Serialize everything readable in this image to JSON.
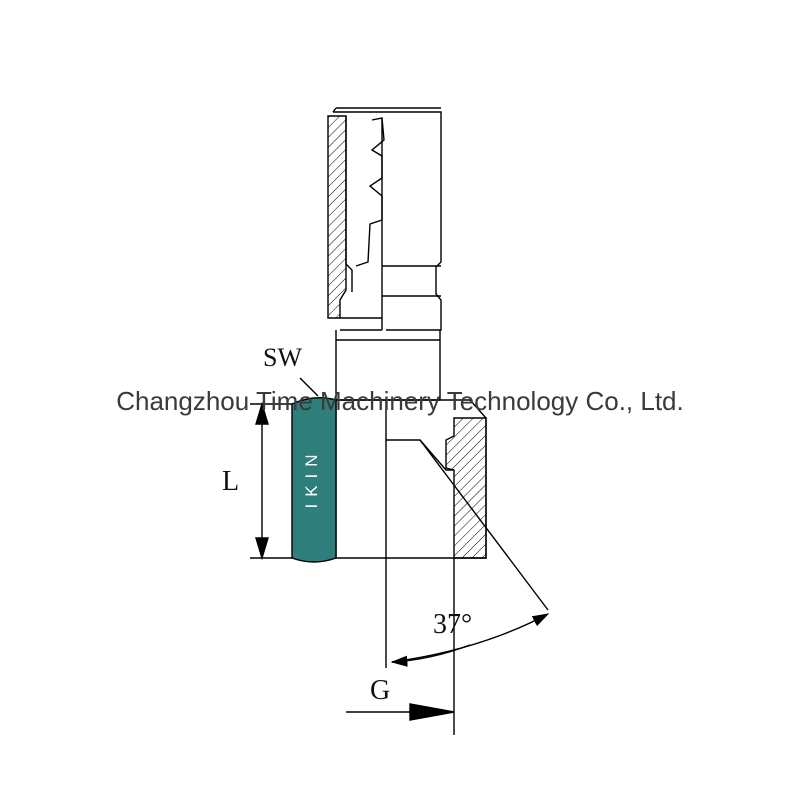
{
  "labels": {
    "wrench_size": "SW",
    "length": "L",
    "angle": "37°",
    "thread": "G"
  },
  "brand_marking": "IKIN",
  "watermark": "Changzhou Time Machinery Technology Co., Ltd.",
  "colors": {
    "nut_fill": "#2e7f7b",
    "line": "#000000",
    "background": "#ffffff"
  }
}
